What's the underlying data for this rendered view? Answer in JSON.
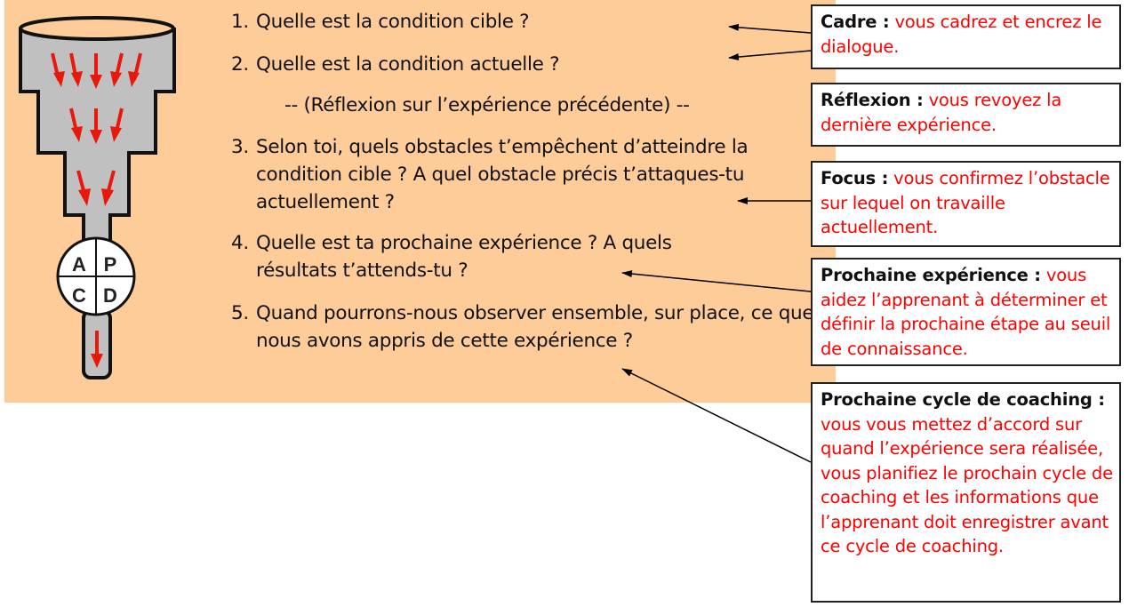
{
  "funnel": {
    "pdca_letters": [
      "A",
      "P",
      "C",
      "D"
    ]
  },
  "questions": [
    {
      "num": "1.",
      "text": "Quelle est la condition cible ?"
    },
    {
      "num": "2.",
      "text": "Quelle est la condition actuelle ?"
    },
    {
      "num": "",
      "text": "-- (Réflexion sur l’expérience précédente) --"
    },
    {
      "num": "3.",
      "text": "Selon toi, quels obstacles t’empêchent d’atteindre la condition cible ? A quel obstacle précis t’attaques-tu actuellement ?"
    },
    {
      "num": "4.",
      "text": "Quelle est ta prochaine expérience ? A quels résultats t’attends-tu ?"
    },
    {
      "num": "5.",
      "text": "Quand pourrons-nous observer ensemble, sur place, ce que nous avons appris de cette expérience ?"
    }
  ],
  "boxes": [
    {
      "title": "Cadre :",
      "text": "vous cadrez et encrez le dialogue."
    },
    {
      "title": "Réflexion :",
      "text": "vous revoyez la dernière expérience."
    },
    {
      "title": "Focus :",
      "text": "vous confirmez l’obstacle sur lequel on travaille actuellement."
    },
    {
      "title": "Prochaine expérience :",
      "text": "vous aidez l’apprenant à déterminer et définir la prochaine étape au seuil de connaissance."
    },
    {
      "title": "Prochaine cycle de coaching :",
      "text": "vous vous mettez d’accord sur quand l’expérience sera réalisée, vous planifiez le prochain cycle de coaching et les informations que l’apprenant doit enregistrer avant ce cycle de coaching."
    }
  ],
  "colors": {
    "background": "#FECC99",
    "arrow": "#E8180C",
    "highlight": "#FF0000"
  }
}
